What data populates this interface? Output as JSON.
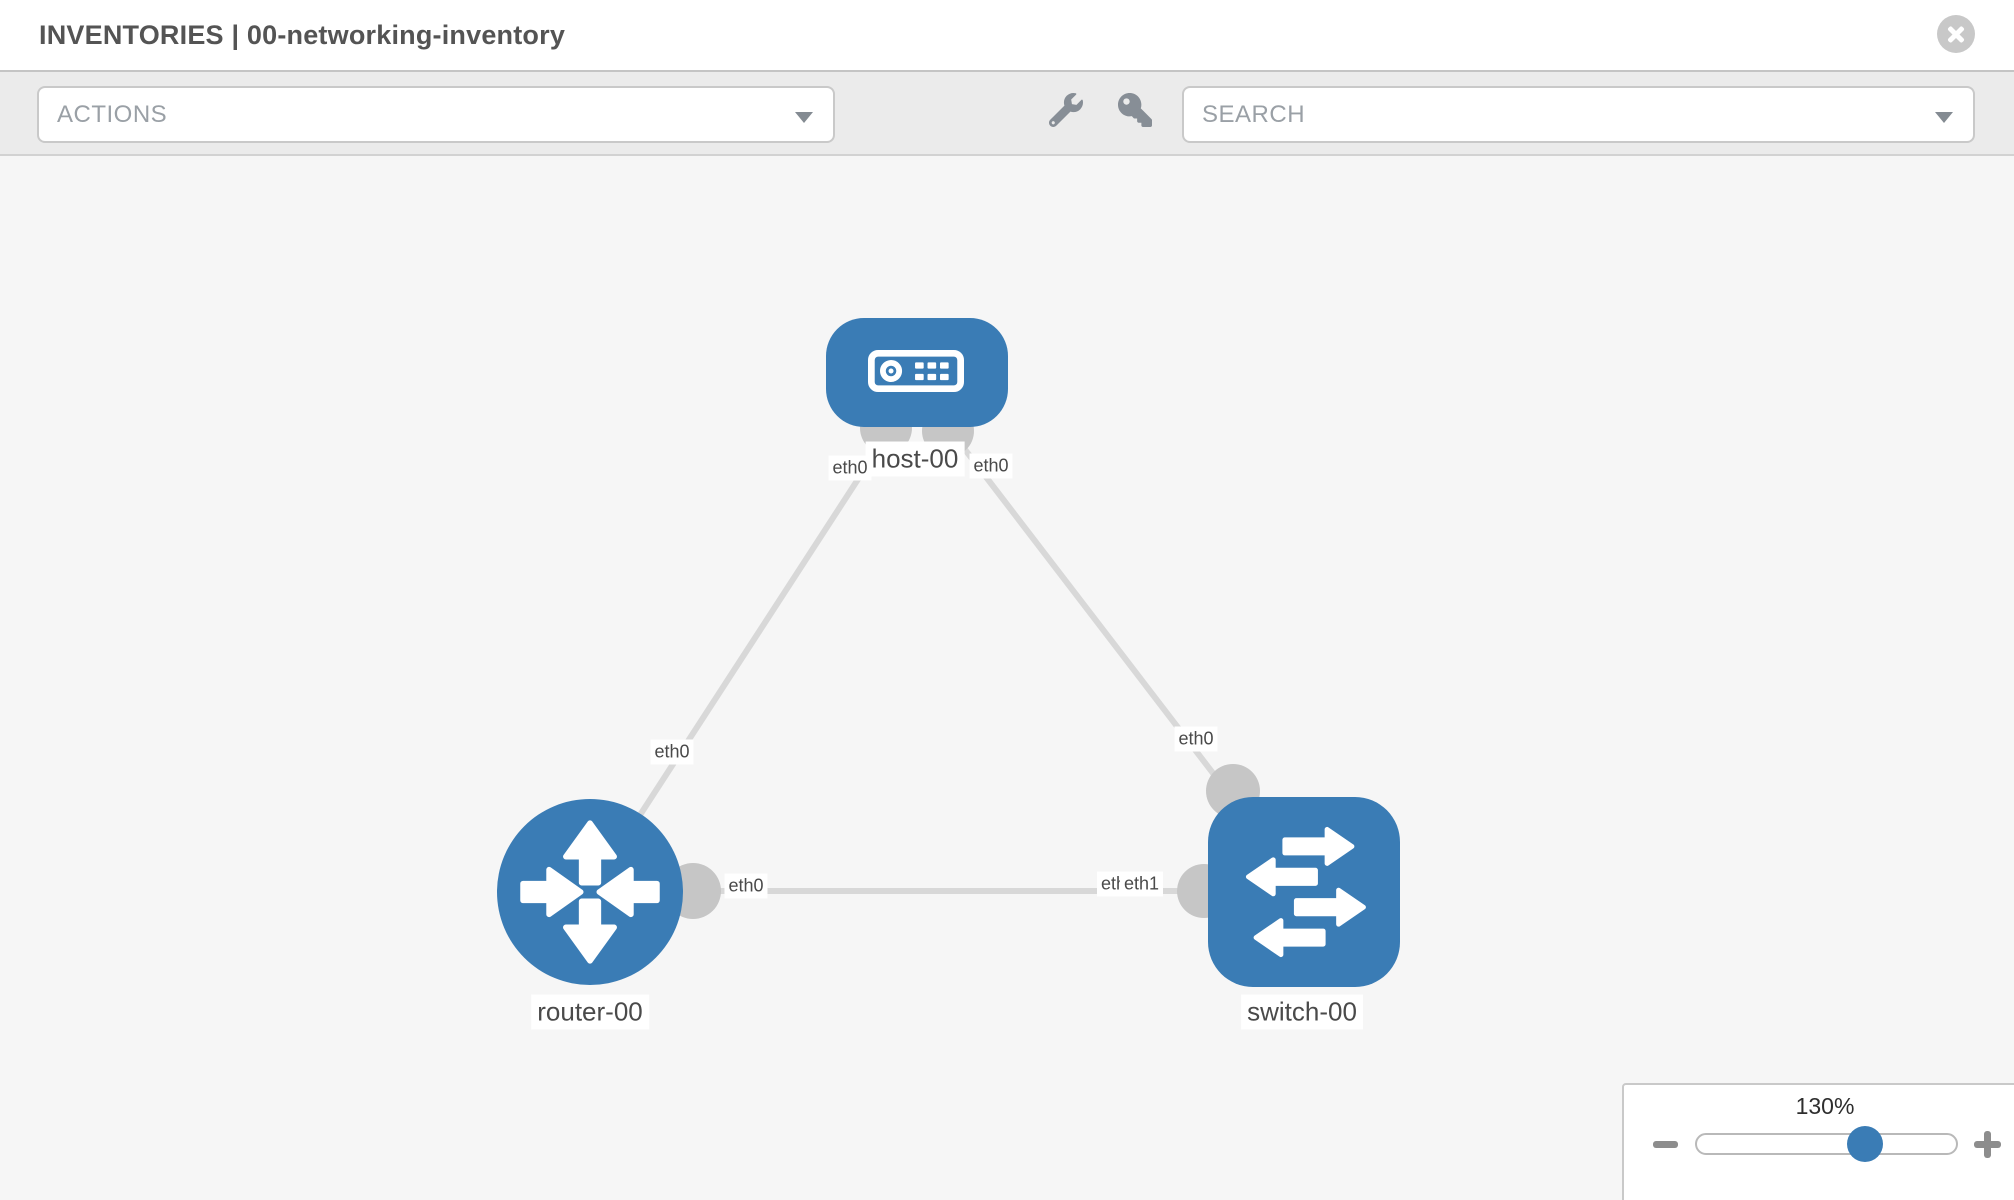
{
  "window": {
    "title": "INVENTORIES | 00-networking-inventory"
  },
  "toolbar": {
    "actions_label": "ACTIONS",
    "search_label": "SEARCH"
  },
  "icons": {
    "close": "close-icon",
    "wrench": "wrench-icon",
    "key": "key-icon",
    "actions_caret": "chevron-down-icon",
    "search_caret": "chevron-down-icon",
    "zoom_out": "minus-icon",
    "zoom_in": "plus-icon"
  },
  "colors": {
    "node_blue": "#3a7cb5",
    "link_gray": "#d8d8d8",
    "interface_circle_gray": "#c6c6c6",
    "toolbar_bg": "#ebebeb",
    "canvas_bg": "#f6f6f6"
  },
  "topology": {
    "nodes": [
      {
        "id": "host-00",
        "type": "host",
        "label": "host-00"
      },
      {
        "id": "router-00",
        "type": "router",
        "label": "router-00"
      },
      {
        "id": "switch-00",
        "type": "switch",
        "label": "switch-00"
      }
    ],
    "links": [
      {
        "source": "host-00",
        "source_iface": "eth0",
        "target": "router-00",
        "target_iface": "eth0"
      },
      {
        "source": "host-00",
        "source_iface": "eth0",
        "target": "switch-00",
        "target_iface": "eth0"
      },
      {
        "source": "router-00",
        "source_iface": "eth0",
        "target": "switch-00",
        "target_iface": "eth1"
      }
    ],
    "iface_labels": [
      {
        "text": "eth0"
      },
      {
        "text": "eth0"
      },
      {
        "text": "eth0"
      },
      {
        "text": "eth0"
      },
      {
        "text": "eth0"
      },
      {
        "text": "eth1"
      },
      {
        "text": "eth0"
      }
    ]
  },
  "zoom": {
    "value": "130%"
  }
}
